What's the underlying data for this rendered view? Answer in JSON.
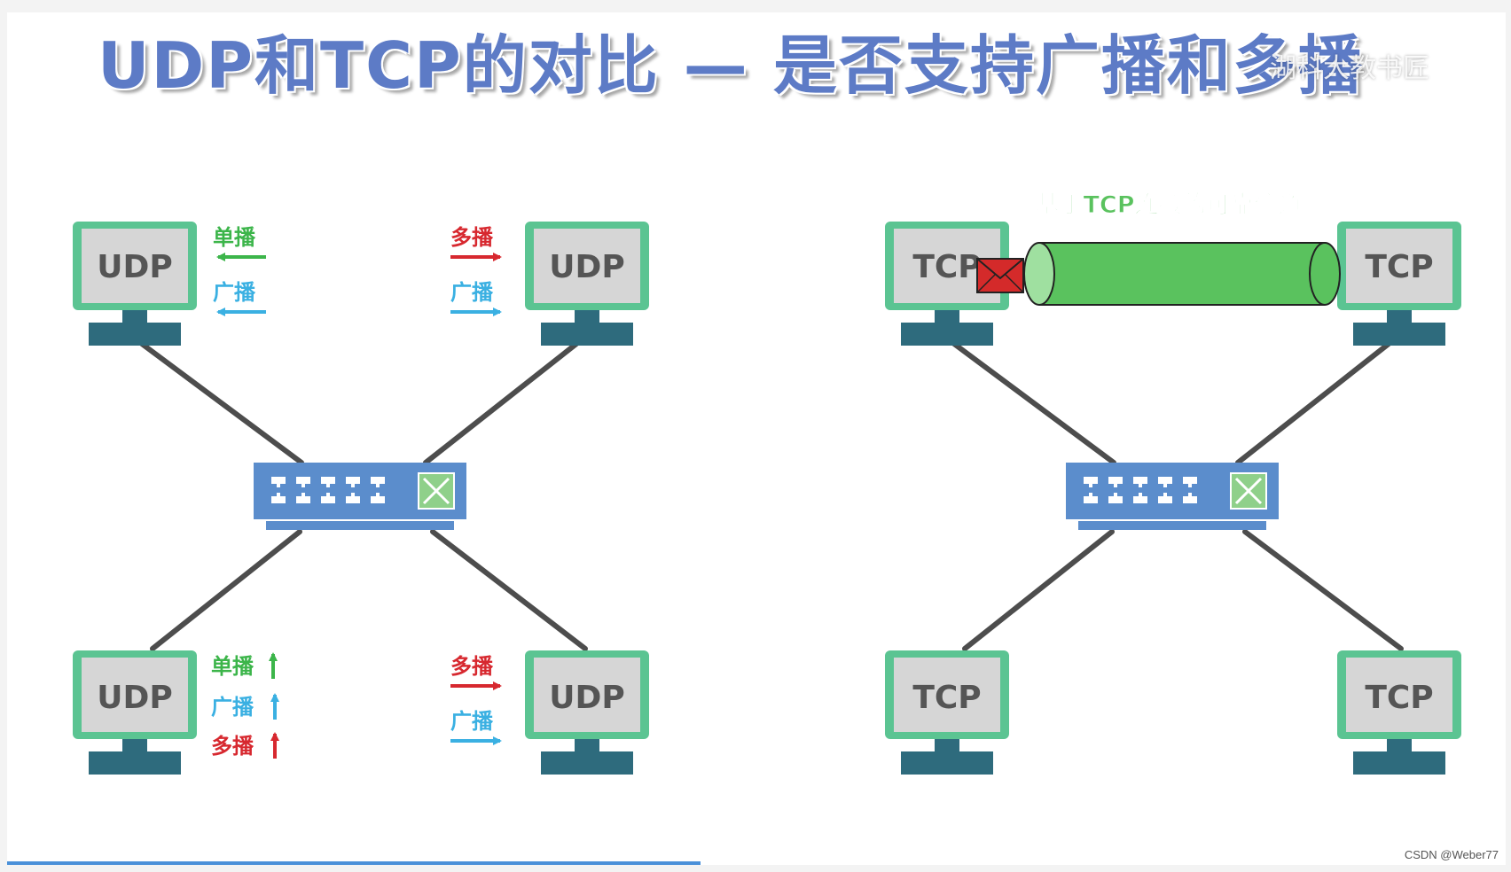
{
  "title": "UDP和TCP的对比 — 是否支持广播和多播",
  "watermark": "湖科大教书匠",
  "credit": "CSDN @Weber77",
  "udp": {
    "host_label": "UDP",
    "top_left": {
      "label1": "单播",
      "label2": "广播"
    },
    "top_right": {
      "label1": "多播",
      "label2": "广播"
    },
    "bottom_left": {
      "label1": "单播",
      "label2": "广播",
      "label3": "多播"
    },
    "bottom_right": {
      "label1": "多播",
      "label2": "广播"
    }
  },
  "tcp": {
    "host_label": "TCP",
    "channel_label": "基于TCP连接的可靠信道"
  },
  "colors": {
    "title": "#5d7bc6",
    "monitor_frame": "#5bc492",
    "monitor_screen": "#d6d6d6",
    "monitor_base": "#2e6b7d",
    "switch_body": "#5b8dcc",
    "unicast": "#3cb54a",
    "broadcast": "#3ab0e2",
    "multicast": "#d7282f",
    "channel": "#5ac25e",
    "envelope": "#d42a2a"
  }
}
